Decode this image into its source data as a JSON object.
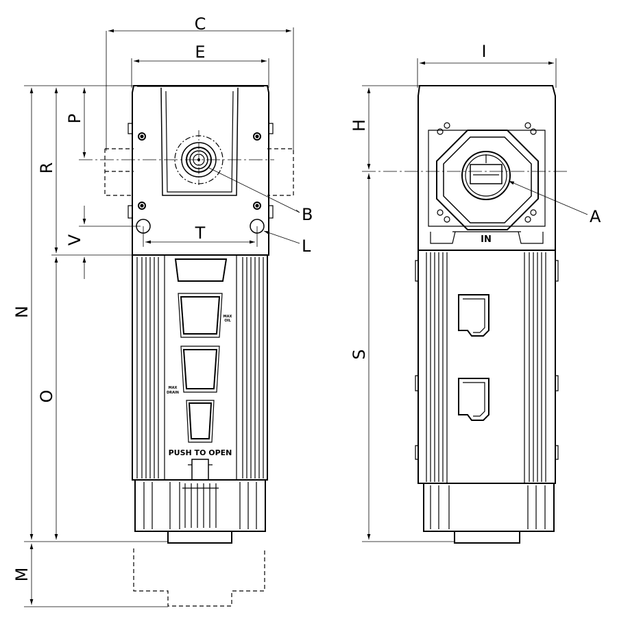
{
  "dimensions": {
    "C": "C",
    "E": "E",
    "P": "P",
    "R": "R",
    "N": "N",
    "O": "O",
    "M": "M",
    "V": "V",
    "T": "T",
    "B": "B",
    "L": "L",
    "I": "I",
    "H": "H",
    "S": "S",
    "A": "A"
  },
  "labels": {
    "push_to_open": "PUSH TO OPEN",
    "max_oil_1": "MAX",
    "max_oil_2": "OIL",
    "max_drain_1": "MAX",
    "max_drain_2": "DRAIN",
    "in_port": "IN"
  },
  "colors": {
    "line": "#000000",
    "background": "#ffffff"
  }
}
